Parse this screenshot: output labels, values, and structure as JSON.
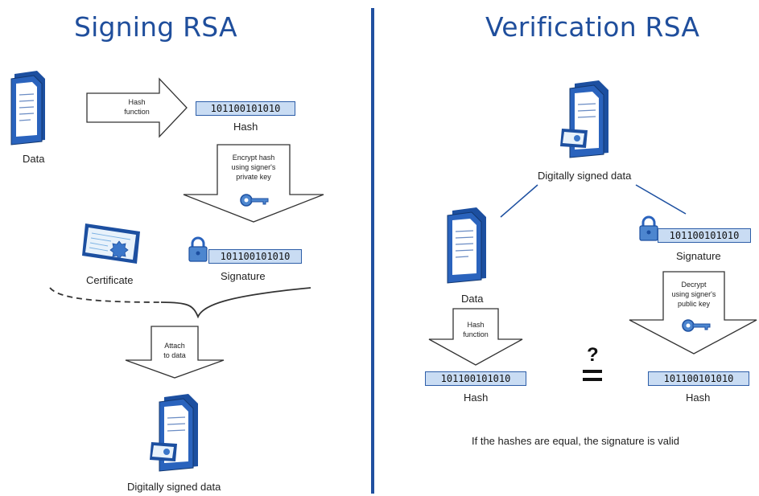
{
  "signing": {
    "title": "Signing RSA",
    "data_label": "Data",
    "hash_function_label": [
      "Hash",
      "function"
    ],
    "hash_value": "101100101010",
    "hash_label": "Hash",
    "encrypt_label": [
      "Encrypt hash",
      "using signer's",
      "private key"
    ],
    "certificate_label": "Certificate",
    "signature_value": "101100101010",
    "signature_label": "Signature",
    "attach_label": [
      "Attach",
      "to data"
    ],
    "signed_data_label": "Digitally signed data"
  },
  "verification": {
    "title": "Verification RSA",
    "signed_data_label": "Digitally signed data",
    "data_label": "Data",
    "signature_value": "101100101010",
    "signature_label": "Signature",
    "hash_function_label": [
      "Hash",
      "function"
    ],
    "decrypt_label": [
      "Decrypt",
      "using signer's",
      "public key"
    ],
    "question_mark": "?",
    "hash_left_value": "101100101010",
    "hash_left_label": "Hash",
    "hash_right_value": "101100101010",
    "hash_right_label": "Hash",
    "conclusion": "If the hashes are equal, the signature is valid"
  },
  "colors": {
    "accent": "#1f4e9c",
    "doc_blue": "#1c4fa0",
    "box_fill": "#c9dcf3"
  }
}
